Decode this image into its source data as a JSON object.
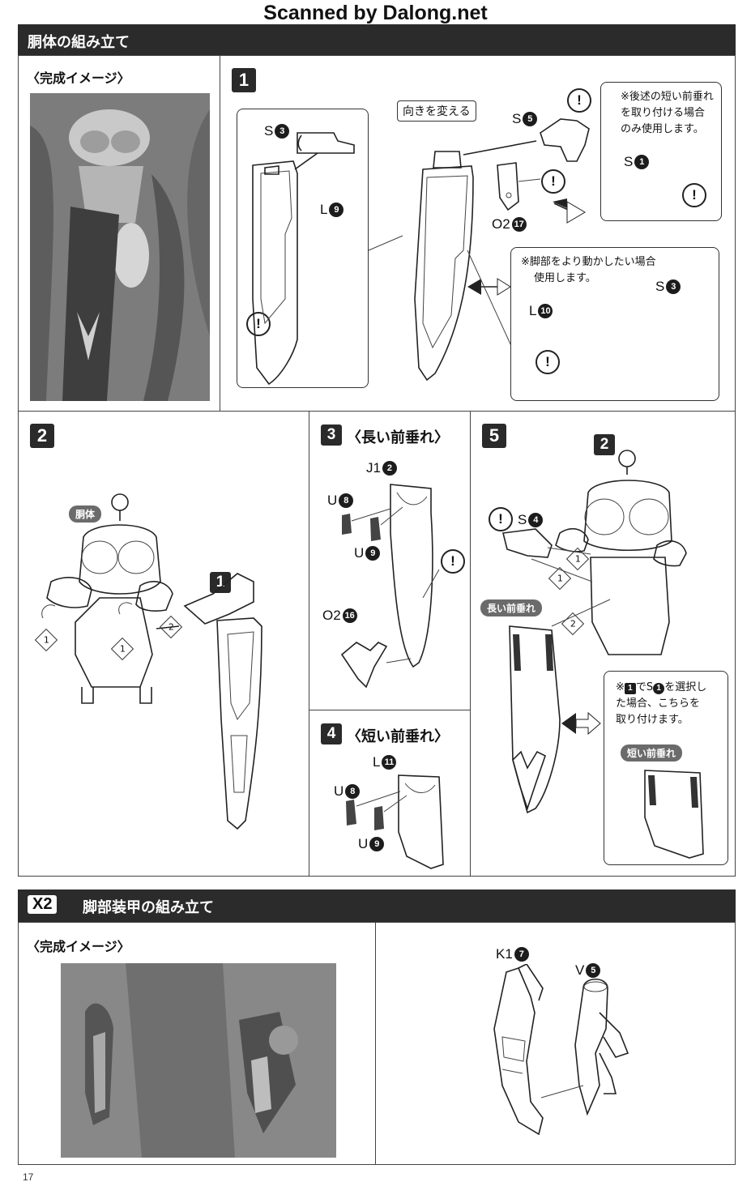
{
  "watermark": "Scanned by Dalong.net",
  "section1": {
    "title": "胴体の組み立て",
    "image_label": "〈完成イメージ〉",
    "step1": {
      "number": "1",
      "turn_label": "向きを変える",
      "note_top": [
        "※後述の短い前垂れ",
        "を取り付ける場合",
        "のみ使用します。"
      ],
      "note_mid": [
        "※脚部をより動かしたい場合",
        "使用します。"
      ],
      "parts": {
        "s3": {
          "letter": "S",
          "num": "3"
        },
        "l9": {
          "letter": "L",
          "num": "9"
        },
        "s5": {
          "letter": "S",
          "num": "5"
        },
        "o2_17": {
          "letter": "O2",
          "num": "17"
        },
        "s1": {
          "letter": "S",
          "num": "1"
        },
        "s3b": {
          "letter": "S",
          "num": "3"
        },
        "l10": {
          "letter": "L",
          "num": "10"
        }
      },
      "warn": "!"
    },
    "step2": {
      "number": "2",
      "body_label": "胴体",
      "ref": "1",
      "mark1": "1",
      "mark2": "2"
    },
    "step3": {
      "number": "3",
      "title": "〈長い前垂れ〉",
      "parts": {
        "j1": {
          "letter": "J1",
          "num": "2"
        },
        "u8": {
          "letter": "U",
          "num": "8"
        },
        "u9": {
          "letter": "U",
          "num": "9"
        },
        "o2_16": {
          "letter": "O2",
          "num": "16"
        }
      }
    },
    "step4": {
      "number": "4",
      "title": "〈短い前垂れ〉",
      "parts": {
        "l11": {
          "letter": "L",
          "num": "11"
        },
        "u8": {
          "letter": "U",
          "num": "8"
        },
        "u9": {
          "letter": "U",
          "num": "9"
        }
      }
    },
    "step5": {
      "number": "5",
      "ref": "2",
      "part_s4": {
        "letter": "S",
        "num": "4"
      },
      "long_label": "長い前垂れ",
      "short_label": "短い前垂れ",
      "mark1a": "1",
      "mark1b": "1",
      "mark2": "2",
      "note": [
        "※",
        "1",
        "で",
        "S",
        "1",
        "を選択し",
        "た場合、こちらを",
        "取り付けます。"
      ]
    }
  },
  "section2": {
    "badge": "X2",
    "title": "脚部装甲の組み立て",
    "image_label": "〈完成イメージ〉",
    "parts": {
      "k1": {
        "letter": "K1",
        "num": "7"
      },
      "v5": {
        "letter": "V",
        "num": "5"
      }
    }
  },
  "page_number": "17",
  "colors": {
    "bar": "#2b2b2b",
    "photo": "#8a8a8a",
    "pill": "#6b6b6b"
  }
}
